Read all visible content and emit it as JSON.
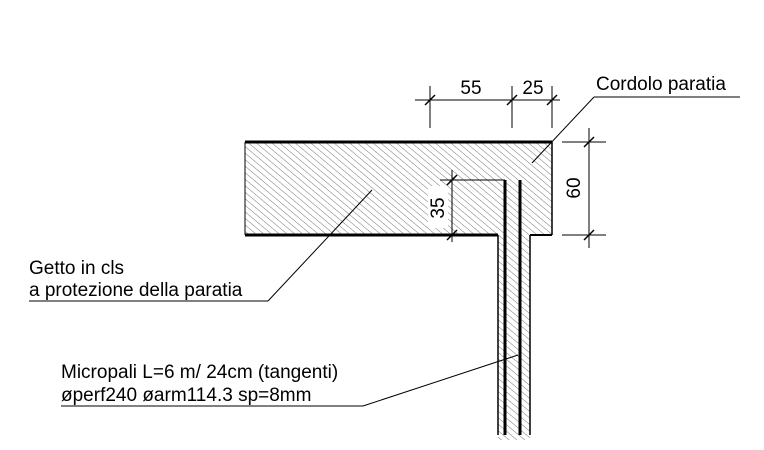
{
  "drawing": {
    "title_label": "Cordolo paratia",
    "dimensions": {
      "dim_55": "55",
      "dim_25": "25",
      "dim_60": "60",
      "dim_35": "35"
    },
    "labels": {
      "getto_line1": "Getto in cls",
      "getto_line2": "a protezione della paratia",
      "micropali_line1": "Micropali L=6 m/ 24cm (tangenti)",
      "micropali_line2": "øperf240 øarm114.3 sp=8mm"
    }
  }
}
